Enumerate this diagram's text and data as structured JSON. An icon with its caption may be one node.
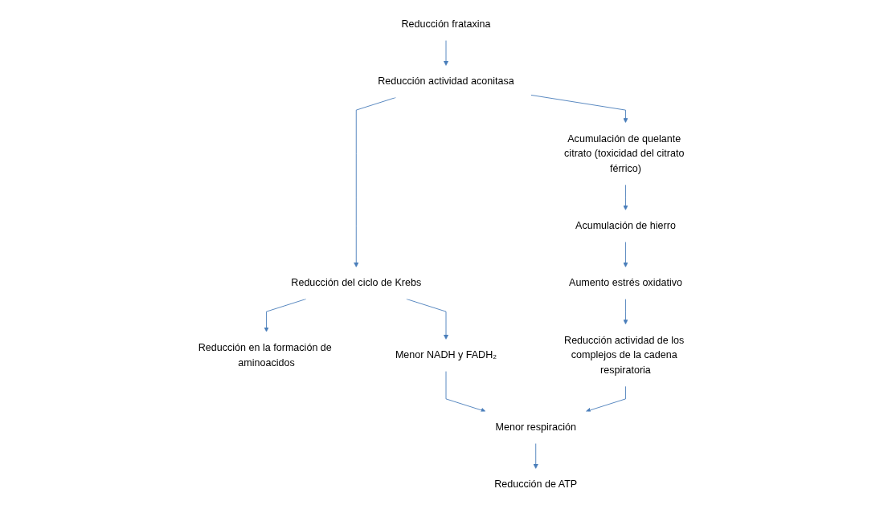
{
  "diagram": {
    "nodes": [
      {
        "text": [
          "Reducción frataxina"
        ]
      },
      {
        "text": [
          "Reducción de ATP"
        ]
      },
      {
        "text": [
          "Reducción en la formación de aminoacidos"
        ]
      },
      {
        "text": [
          "Menor respiración"
        ]
      },
      {
        "text": [
          "Reducción actividad aconitasa"
        ]
      },
      {
        "text": [
          "Reducción del ciclo de Krebs"
        ]
      },
      {
        "text": [
          "Reducción actividad de los complejos de la cadena respiratoria"
        ]
      },
      {
        "text": [
          "Menor NADH y FADH₂"
        ]
      },
      {
        "text": [
          "Acumulación de quelante citrato (toxicidad del citrato férrico)"
        ]
      },
      {
        "text": [
          "Aumento estrés oxidativo"
        ]
      },
      {
        "text": [
          "Acumulación de hierro"
        ]
      }
    ],
    "edges": [
      {
        "from": 0,
        "to": 4,
        "arrow": "to"
      },
      {
        "from": 4,
        "to": 5,
        "arrow": "to"
      },
      {
        "from": 5,
        "to": 2,
        "arrow": "to"
      },
      {
        "from": 5,
        "to": 7,
        "arrow": "to"
      },
      {
        "from": 7,
        "to": 3,
        "arrow": "to"
      },
      {
        "from": 3,
        "to": 1,
        "arrow": "to"
      },
      {
        "from": 6,
        "to": 3,
        "arrow": "to"
      },
      {
        "from": 9,
        "to": 6,
        "arrow": "to"
      },
      {
        "from": 4,
        "to": 8,
        "arrow": "to"
      },
      {
        "from": 8,
        "to": 10,
        "arrow": "to"
      },
      {
        "from": 10,
        "to": 9,
        "arrow": "to"
      }
    ]
  }
}
